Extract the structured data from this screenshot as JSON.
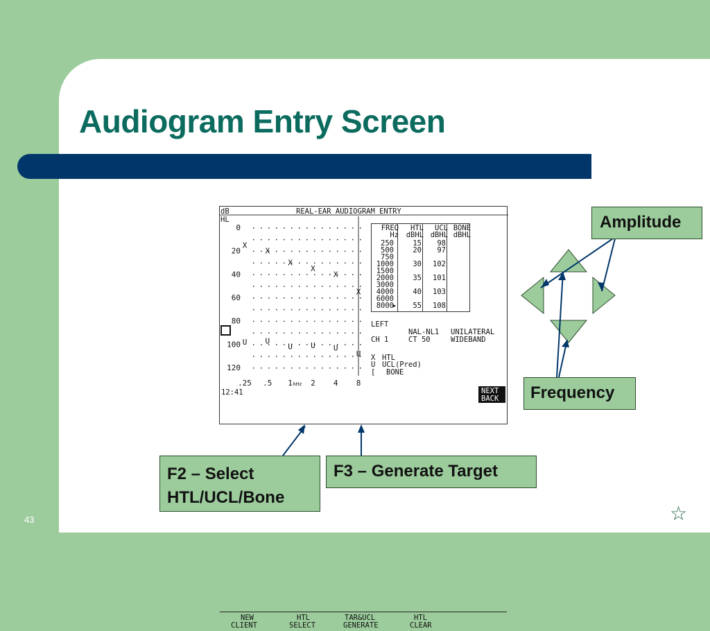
{
  "slide": {
    "title": "Audiogram Entry Screen",
    "page_number": "43",
    "colors": {
      "background": "#9ccc9c",
      "title": "#0b6b5e",
      "bar": "#00366a",
      "callout": "#9ccc9c"
    }
  },
  "screen": {
    "title": "REAL-EAR AUDIOGRAM ENTRY",
    "axis_unit_top": "dB",
    "axis_unit_bottom": "HL",
    "y_ticks": [
      "0",
      "20",
      "40",
      "60",
      "80",
      "100",
      "120"
    ],
    "x_ticks": [
      ".25",
      ".5",
      "1",
      "2",
      "4",
      "8"
    ],
    "x_unit": "kHz",
    "clock": "12:41",
    "table": {
      "headers": [
        [
          "FREQ",
          "Hz"
        ],
        [
          "HTL",
          "dBHL"
        ],
        [
          "UCL",
          "dBHL"
        ],
        [
          "BONE",
          "dBHL"
        ]
      ],
      "rows": [
        [
          "250",
          "15",
          "98",
          ""
        ],
        [
          "500",
          "20",
          "97",
          ""
        ],
        [
          "750",
          "",
          "",
          ""
        ],
        [
          "1000",
          "30",
          "102",
          ""
        ],
        [
          "1500",
          "",
          "",
          ""
        ],
        [
          "2000",
          "35",
          "101",
          ""
        ],
        [
          "3000",
          "",
          "",
          ""
        ],
        [
          "4000",
          "40",
          "103",
          ""
        ],
        [
          "6000",
          "",
          "",
          ""
        ],
        [
          "8000",
          "55",
          "108",
          ""
        ]
      ],
      "cursor_row": "8000"
    },
    "ear": "LEFT",
    "channel": "CH 1",
    "prescription": "NAL-NL1",
    "ct": "CT 50",
    "mode": "UNILATERAL",
    "band": "WIDEBAND",
    "legend": [
      {
        "symbol": "X",
        "label": "HTL"
      },
      {
        "symbol": "U",
        "label": "UCL(Pred)"
      },
      {
        "symbol": "[",
        "label": "BONE"
      }
    ],
    "next_label": "NEXT",
    "back_label": "BACK",
    "function_keys": [
      {
        "line1": "NEW",
        "line2": "CLIENT"
      },
      {
        "line1": "HTL",
        "line2": "SELECT"
      },
      {
        "line1": "TAR&UCL",
        "line2": "GENERATE"
      },
      {
        "line1": "HTL",
        "line2": "CLEAR"
      }
    ],
    "htl_points": [
      {
        "freq_khz": 0.25,
        "db": 15
      },
      {
        "freq_khz": 0.5,
        "db": 20
      },
      {
        "freq_khz": 1,
        "db": 30
      },
      {
        "freq_khz": 2,
        "db": 35
      },
      {
        "freq_khz": 4,
        "db": 40
      },
      {
        "freq_khz": 8,
        "db": 55
      }
    ],
    "ucl_points": [
      {
        "freq_khz": 0.25,
        "db": 98
      },
      {
        "freq_khz": 0.5,
        "db": 97
      },
      {
        "freq_khz": 1,
        "db": 102
      },
      {
        "freq_khz": 2,
        "db": 101
      },
      {
        "freq_khz": 4,
        "db": 103
      },
      {
        "freq_khz": 8,
        "db": 108
      }
    ]
  },
  "callouts": {
    "amplitude": "Amplitude",
    "frequency": "Frequency",
    "f2_line1": "F2 – Select",
    "f2_line2": "HTL/UCL/Bone",
    "f3": "F3 – Generate Target"
  }
}
